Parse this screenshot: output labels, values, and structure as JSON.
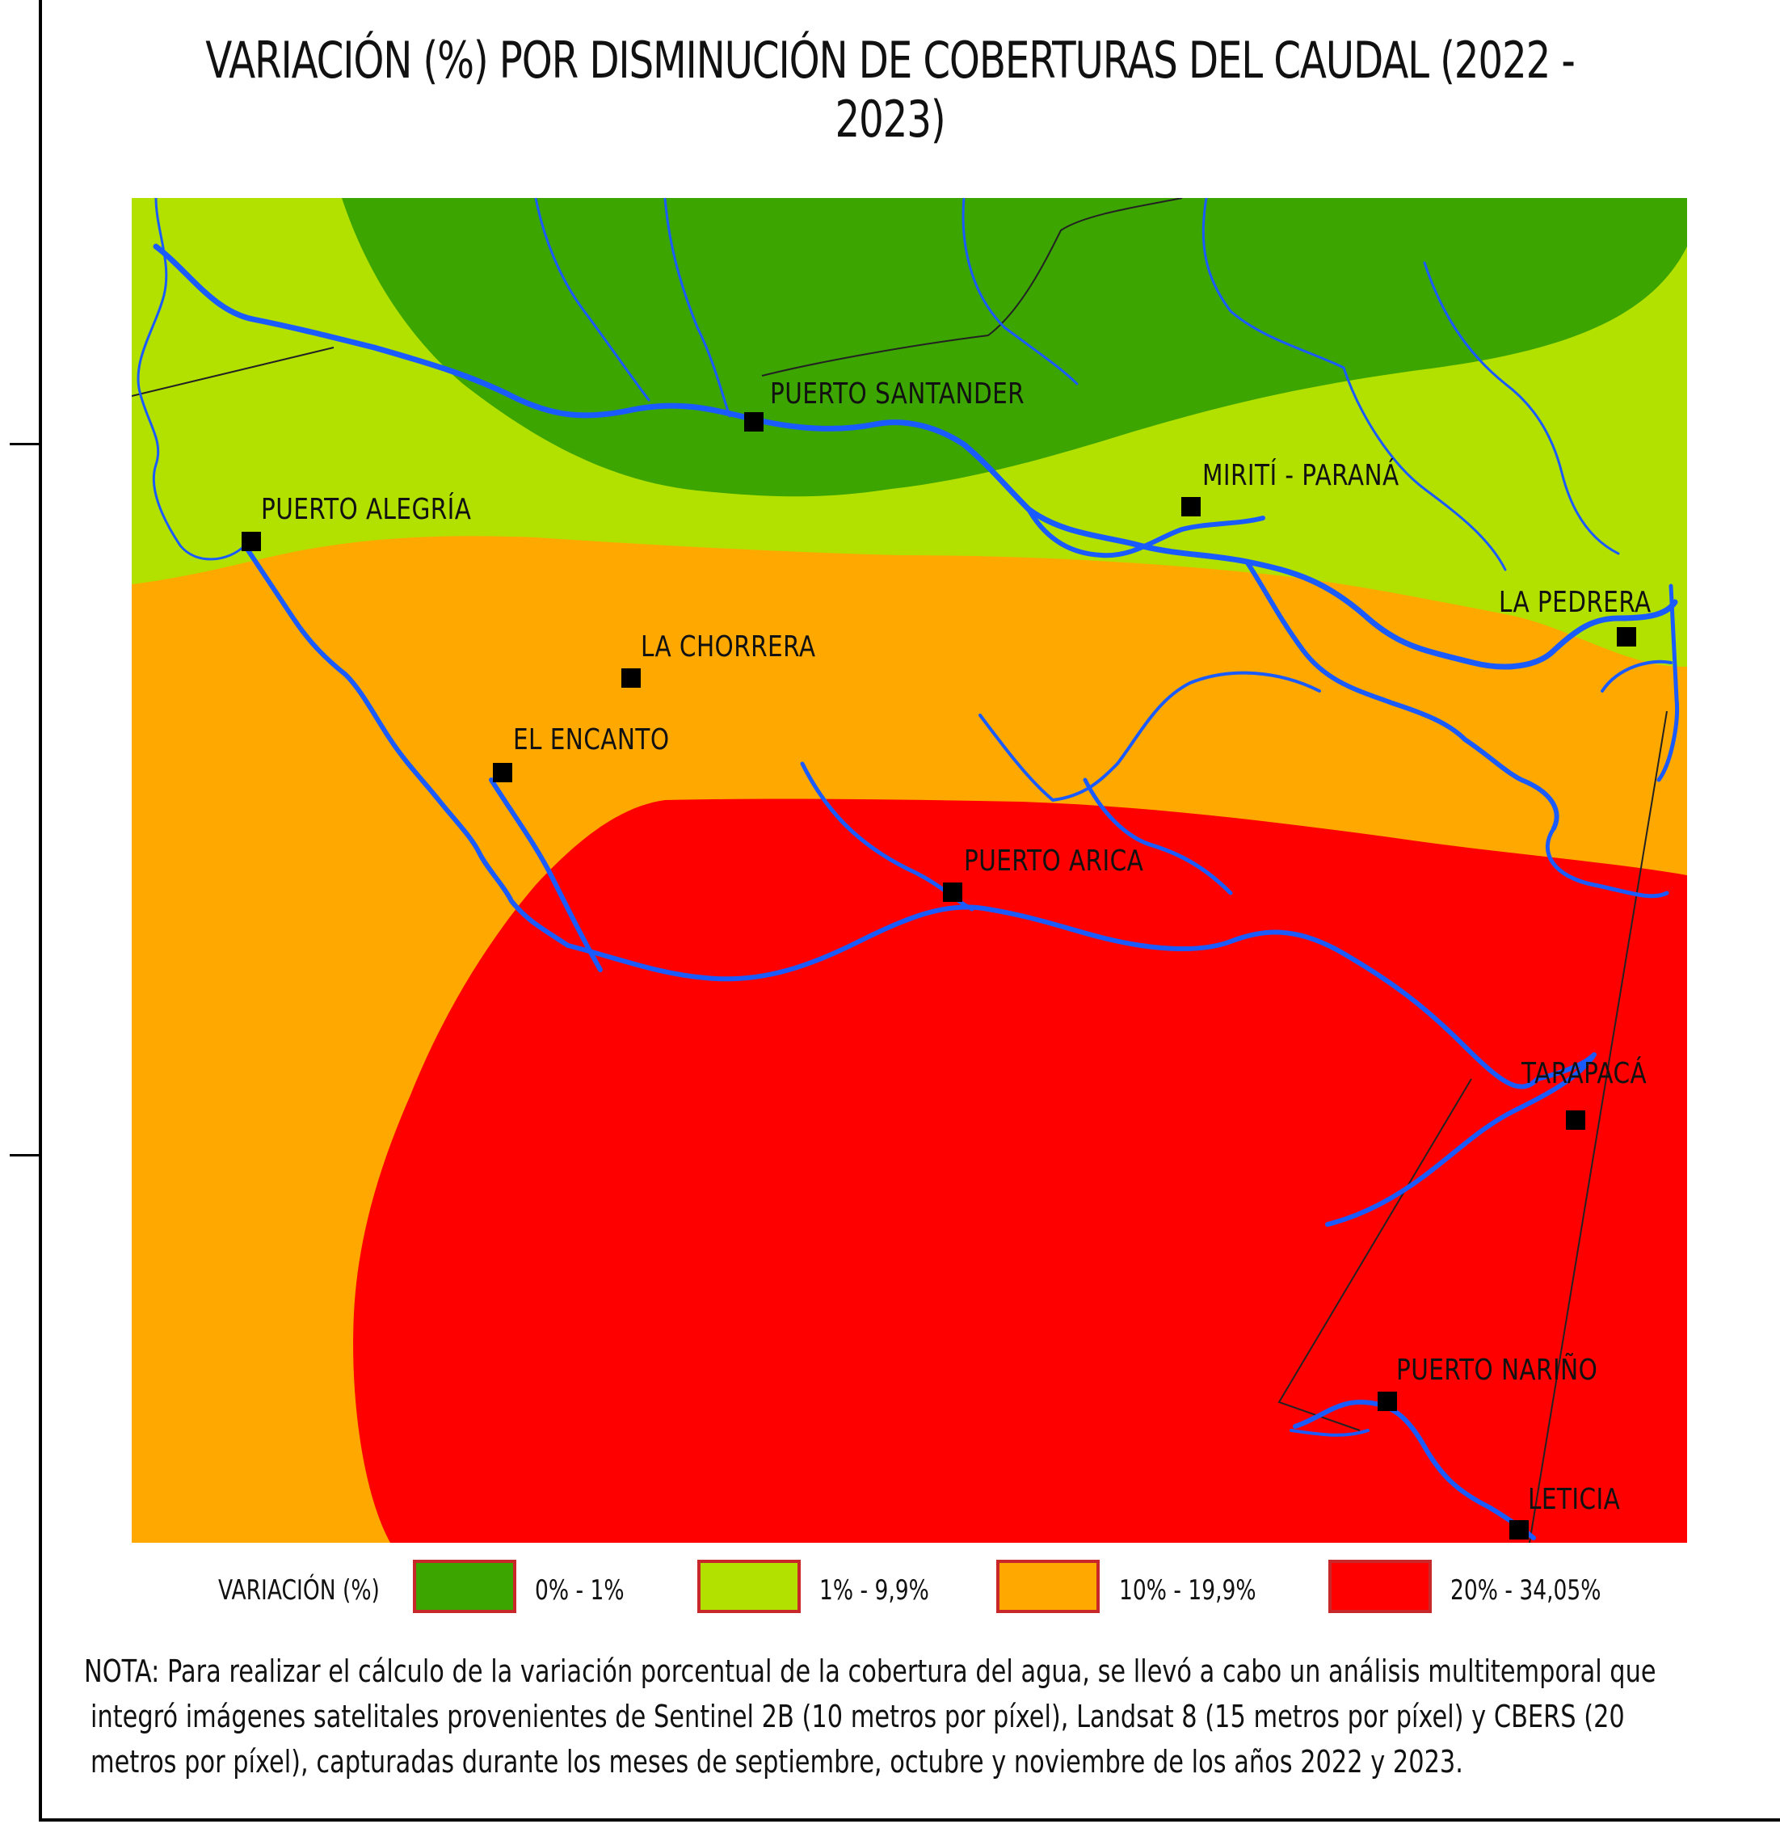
{
  "title": "VARIACIÓN (%) POR DISMINUCIÓN DE COBERTURAS DEL CAUDAL (2022 - 2023)",
  "colors": {
    "class_0_1": "#3ca500",
    "class_1_9_9": "#b2e100",
    "class_10_19_9": "#ffa800",
    "class_20_34": "#ff0000",
    "river": "#1a5bff",
    "boundary": "#222222",
    "marker": "#000000"
  },
  "towns": [
    {
      "id": "puerto-santander",
      "name": "PUERTO SANTANDER"
    },
    {
      "id": "miriti-parana",
      "name": "MIRITÍ - PARANÁ"
    },
    {
      "id": "puerto-alegria",
      "name": "PUERTO ALEGRÍA"
    },
    {
      "id": "la-pedrera",
      "name": "LA PEDRERA"
    },
    {
      "id": "la-chorrera",
      "name": "LA CHORRERA"
    },
    {
      "id": "el-encanto",
      "name": "EL ENCANTO"
    },
    {
      "id": "puerto-arica",
      "name": "PUERTO ARICA"
    },
    {
      "id": "tarapaca",
      "name": "TARAPACÁ"
    },
    {
      "id": "puerto-narino",
      "name": "PUERTO NARIÑO"
    },
    {
      "id": "leticia",
      "name": "LETICIA"
    }
  ],
  "legend": {
    "title": "VARIACIÓN (%)",
    "items": [
      {
        "label": "0% - 1%",
        "color": "#3ca500"
      },
      {
        "label": "1% - 9,9%",
        "color": "#b2e100"
      },
      {
        "label": "10% - 19,9%",
        "color": "#ffa800"
      },
      {
        "label": "20% - 34,05%",
        "color": "#ff0000"
      }
    ]
  },
  "note": {
    "lines": [
      "NOTA: Para realizar el cálculo de la variación porcentual de la cobertura del agua, se llevó a cabo un análisis multitemporal que",
      "integró imágenes satelitales provenientes de Sentinel 2B (10 metros por píxel), Landsat 8 (15 metros por píxel) y CBERS (20",
      "metros por píxel), capturadas durante los meses de septiembre, octubre y noviembre de los años 2022 y 2023."
    ]
  }
}
